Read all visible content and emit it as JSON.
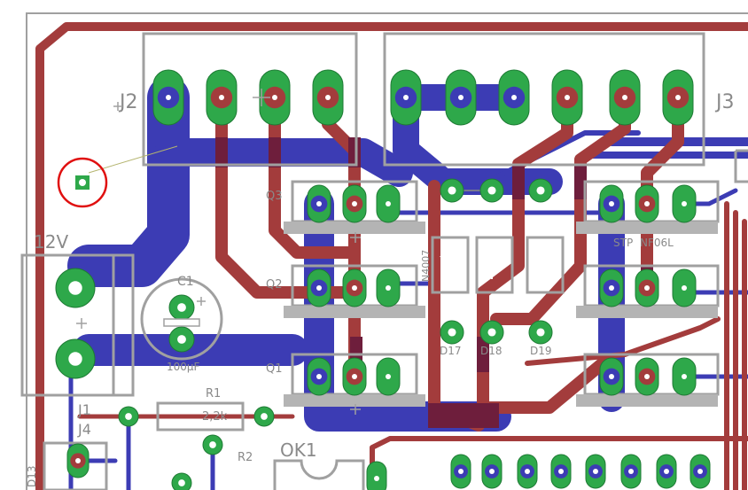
{
  "colors": {
    "background": "#ffffff",
    "bottom_copper": "#3c3cb4",
    "top_copper": "#a33c3c",
    "overlap_copper": "#6e1e3c",
    "pad_green": "#2ea84a",
    "silkscreen": "#a0a0a0",
    "error_marker": "#e01010"
  },
  "labels": {
    "j2": "J2",
    "j3": "J3",
    "v12": "12V",
    "q1": "Q1",
    "q2": "Q2",
    "q3": "Q3",
    "c1": "C1",
    "cap_value": "100µF",
    "r1": "R1",
    "r1_value": "2,2k",
    "r2": "R2",
    "ok1": "OK1",
    "j1": "J1",
    "j4": "J4",
    "d13": "D13",
    "d17": "D17",
    "d18": "D18",
    "d19": "D19",
    "diode_part": "N4007",
    "mosfet_part": "STP",
    "mosfet_part2": "NF06L"
  }
}
